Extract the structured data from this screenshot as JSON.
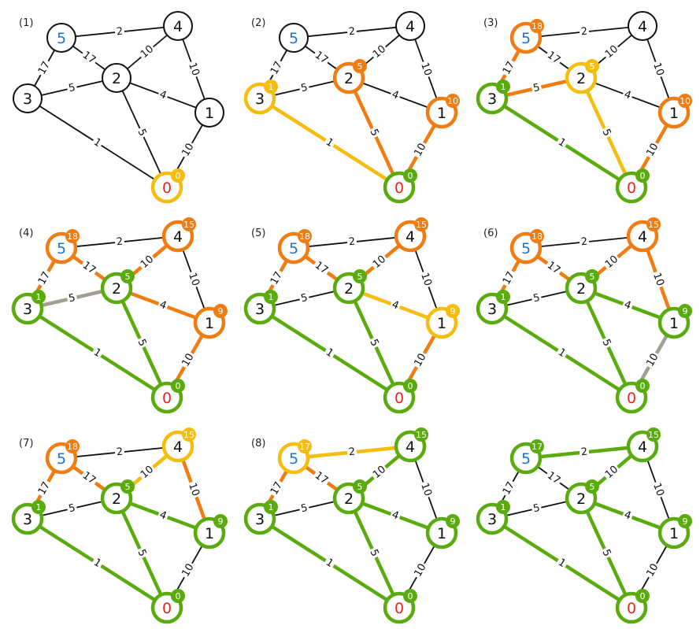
{
  "colors": {
    "black": "#111111",
    "settled": "#5aab0e",
    "frontier": "#f07c12",
    "current": "#f6bd0f",
    "rejected": "#a19e92",
    "text_default": "#111111",
    "text_source": "#e5281f",
    "text_target": "#1a73d6",
    "background": "#ffffff"
  },
  "node_labels": [
    "0",
    "1",
    "2",
    "3",
    "4",
    "5"
  ],
  "edges": [
    {
      "u": 5,
      "v": 4,
      "w": "2"
    },
    {
      "u": 5,
      "v": 3,
      "w": "17"
    },
    {
      "u": 5,
      "v": 2,
      "w": "17"
    },
    {
      "u": 2,
      "v": 4,
      "w": "10"
    },
    {
      "u": 2,
      "v": 3,
      "w": "5"
    },
    {
      "u": 2,
      "v": 1,
      "w": "4"
    },
    {
      "u": 2,
      "v": 0,
      "w": "5"
    },
    {
      "u": 4,
      "v": 1,
      "w": "10"
    },
    {
      "u": 3,
      "v": 0,
      "w": "1"
    },
    {
      "u": 1,
      "v": 0,
      "w": "10"
    }
  ],
  "panels": [
    {
      "label": "(1)",
      "nodes": {
        "0": "current",
        "1": "black",
        "2": "black",
        "3": "black",
        "4": "black",
        "5": "black"
      },
      "badges": {
        "0": "0"
      },
      "edges": {}
    },
    {
      "label": "(2)",
      "nodes": {
        "0": "settled",
        "1": "frontier",
        "2": "frontier",
        "3": "current",
        "4": "black",
        "5": "black"
      },
      "badges": {
        "0": "0",
        "1": "10",
        "2": "5",
        "3": "1"
      },
      "edges": {
        "2-0": "frontier",
        "1-0": "frontier",
        "3-0": "current"
      }
    },
    {
      "label": "(3)",
      "nodes": {
        "0": "settled",
        "1": "frontier",
        "2": "current",
        "3": "settled",
        "4": "black",
        "5": "frontier"
      },
      "badges": {
        "0": "0",
        "1": "10",
        "2": "5",
        "3": "1",
        "5": "18"
      },
      "edges": {
        "3-0": "settled",
        "2-3": "frontier",
        "5-3": "frontier",
        "2-0": "current",
        "1-0": "frontier"
      }
    },
    {
      "label": "(4)",
      "nodes": {
        "0": "settled",
        "1": "frontier",
        "2": "settled",
        "3": "settled",
        "4": "frontier",
        "5": "frontier"
      },
      "badges": {
        "0": "0",
        "1": "9",
        "2": "5",
        "3": "1",
        "4": "15",
        "5": "18"
      },
      "edges": {
        "3-0": "settled",
        "2-0": "settled",
        "2-3": "rejected",
        "5-3": "frontier",
        "5-2": "frontier",
        "2-4": "frontier",
        "2-1": "frontier",
        "1-0": "frontier"
      }
    },
    {
      "label": "(5)",
      "nodes": {
        "0": "settled",
        "1": "current",
        "2": "settled",
        "3": "settled",
        "4": "frontier",
        "5": "frontier"
      },
      "badges": {
        "0": "0",
        "1": "9",
        "2": "5",
        "3": "1",
        "4": "15",
        "5": "18"
      },
      "edges": {
        "3-0": "settled",
        "2-0": "settled",
        "2-1": "current",
        "5-3": "frontier",
        "5-2": "frontier",
        "2-4": "frontier",
        "1-0": "frontier"
      }
    },
    {
      "label": "(6)",
      "nodes": {
        "0": "settled",
        "1": "settled",
        "2": "settled",
        "3": "settled",
        "4": "frontier",
        "5": "frontier"
      },
      "badges": {
        "0": "0",
        "1": "9",
        "2": "5",
        "3": "1",
        "4": "15",
        "5": "18"
      },
      "edges": {
        "3-0": "settled",
        "2-0": "settled",
        "2-1": "settled",
        "1-0": "rejected",
        "5-3": "frontier",
        "5-2": "frontier",
        "2-4": "frontier",
        "4-1": "frontier"
      }
    },
    {
      "label": "(7)",
      "nodes": {
        "0": "settled",
        "1": "settled",
        "2": "settled",
        "3": "settled",
        "4": "current",
        "5": "frontier"
      },
      "badges": {
        "0": "0",
        "1": "9",
        "2": "5",
        "3": "1",
        "4": "15",
        "5": "18"
      },
      "edges": {
        "3-0": "settled",
        "2-0": "settled",
        "2-1": "settled",
        "5-3": "frontier",
        "5-2": "frontier",
        "2-4": "current",
        "4-1": "frontier"
      }
    },
    {
      "label": "(8)",
      "nodes": {
        "0": "settled",
        "1": "settled",
        "2": "settled",
        "3": "settled",
        "4": "settled",
        "5": "current"
      },
      "badges": {
        "0": "0",
        "1": "9",
        "2": "5",
        "3": "1",
        "4": "15",
        "5": "17"
      },
      "edges": {
        "3-0": "settled",
        "2-0": "settled",
        "2-1": "settled",
        "2-4": "settled",
        "5-4": "current",
        "5-3": "frontier",
        "5-2": "frontier"
      }
    },
    {
      "label": "",
      "nodes": {
        "0": "settled",
        "1": "settled",
        "2": "settled",
        "3": "settled",
        "4": "settled",
        "5": "settled"
      },
      "badges": {
        "0": "0",
        "1": "9",
        "2": "5",
        "3": "1",
        "4": "15",
        "5": "17"
      },
      "edges": {
        "3-0": "settled",
        "2-0": "settled",
        "2-1": "settled",
        "2-4": "settled",
        "5-4": "settled"
      }
    }
  ]
}
